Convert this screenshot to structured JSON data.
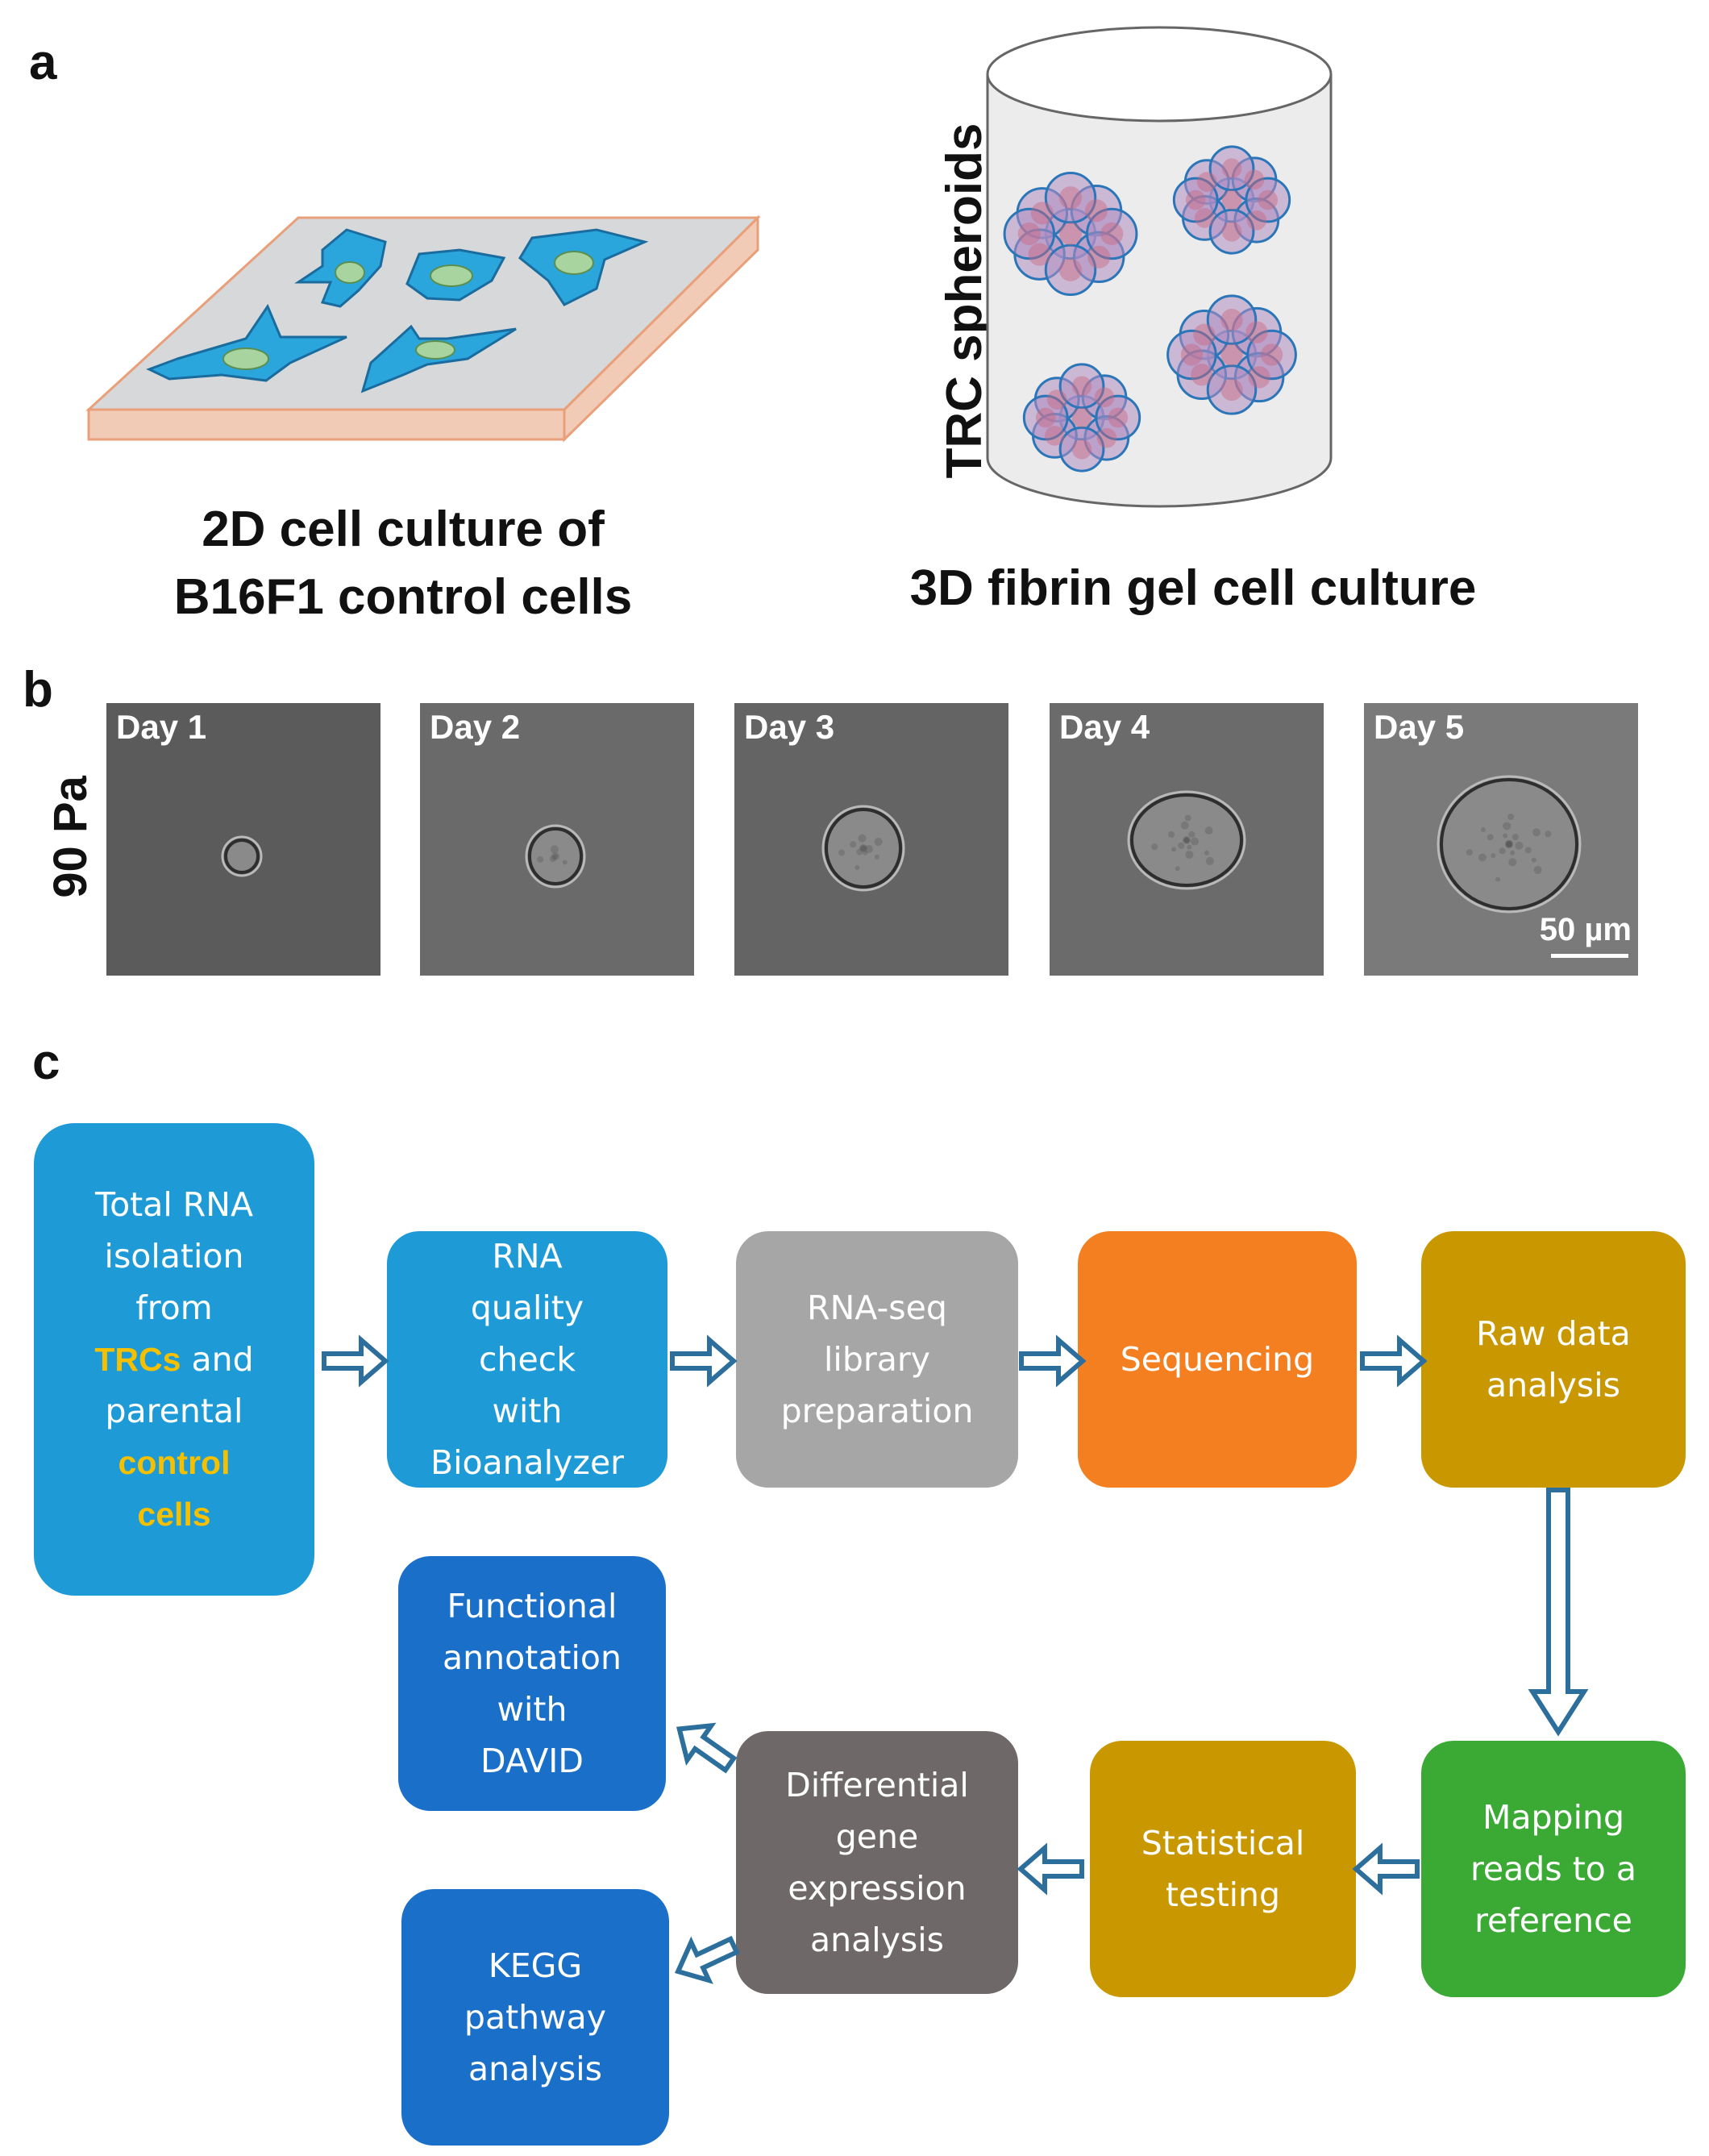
{
  "panels": {
    "a": "a",
    "b": "b",
    "c": "c"
  },
  "panel_a": {
    "caption_2d": [
      "2D cell culture of",
      "B16F1 control cells"
    ],
    "vertical_label": "TRC spheroids",
    "caption_3d": "3D fibrin gel cell culture"
  },
  "panel_b": {
    "row_label": "90 Pa",
    "images": [
      {
        "label": "Day 1"
      },
      {
        "label": "Day 2"
      },
      {
        "label": "Day 3"
      },
      {
        "label": "Day 4"
      },
      {
        "label": "Day 5"
      }
    ],
    "scale_bar": "50 µm"
  },
  "panel_c": {
    "box1": {
      "lines": [
        "Total RNA",
        "isolation",
        "from"
      ],
      "hl1": "TRCs",
      "and": " and",
      "parental": "parental",
      "hl2": "control",
      "hl3": "cells"
    },
    "box2": [
      "RNA",
      "quality",
      "check",
      "with",
      "Bioanalyzer"
    ],
    "box3": [
      "RNA-seq",
      "library",
      "preparation"
    ],
    "box4": [
      "Sequencing"
    ],
    "box5": [
      "Raw data",
      "analysis"
    ],
    "box6": [
      "Mapping",
      "reads to a",
      "reference"
    ],
    "box7": [
      "Statistical",
      "testing"
    ],
    "box8": [
      "Differential",
      "gene",
      "expression",
      "analysis"
    ],
    "box9": [
      "Functional",
      "annotation",
      "with",
      "DAVID"
    ],
    "box10": [
      "KEGG",
      "pathway",
      "analysis"
    ]
  },
  "colors": {
    "light_blue": "#1e9bd7",
    "gray": "#a6a6a6",
    "orange": "#f47f20",
    "gold": "#c99700",
    "green": "#3aaa35",
    "dark_gray": "#6f6868",
    "dark_blue": "#1a6fc9",
    "cell_blue": "#2aa6dc",
    "highlight": "#f5c000",
    "arrow": "#2c6e9c"
  }
}
